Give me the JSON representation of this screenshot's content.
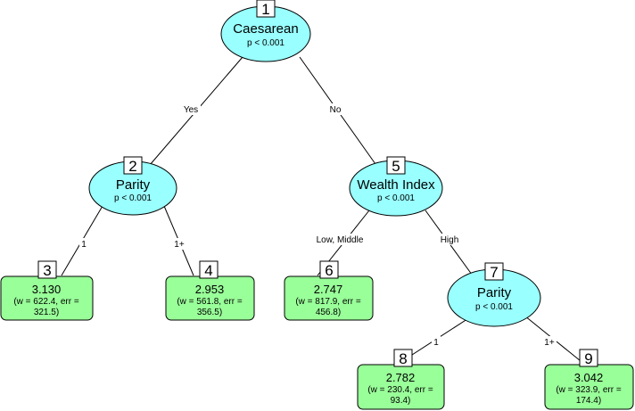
{
  "tree": {
    "nodes": {
      "n1": {
        "id": "1",
        "variable": "Caesarean",
        "p": "p < 0.001"
      },
      "n2": {
        "id": "2",
        "variable": "Parity",
        "p": "p < 0.001"
      },
      "n3": {
        "id": "3",
        "value": "3.130",
        "detail_1": "(w = 622.4, err =",
        "detail_2": "321.5)"
      },
      "n4": {
        "id": "4",
        "value": "2.953",
        "detail_1": "(w = 561.8, err =",
        "detail_2": "356.5)"
      },
      "n5": {
        "id": "5",
        "variable": "Wealth Index",
        "p": "p < 0.001"
      },
      "n6": {
        "id": "6",
        "value": "2.747",
        "detail_1": "(w = 817.9, err =",
        "detail_2": "456.8)"
      },
      "n7": {
        "id": "7",
        "variable": "Parity",
        "p": "p < 0.001"
      },
      "n8": {
        "id": "8",
        "value": "2.782",
        "detail_1": "(w = 230.4, err =",
        "detail_2": "93.4)"
      },
      "n9": {
        "id": "9",
        "value": "3.042",
        "detail_1": "(w = 323.9, err =",
        "detail_2": "174.4)"
      }
    },
    "edges": {
      "e1_2": "Yes",
      "e1_5": "No",
      "e2_3": "1",
      "e2_4": "1+",
      "e5_6": "Low, Middle",
      "e5_7": "High",
      "e7_8": "1",
      "e7_9": "1+"
    },
    "colors": {
      "inner_node_fill": "#99ffff",
      "leaf_node_fill": "#99ff99",
      "line": "#000000"
    }
  }
}
